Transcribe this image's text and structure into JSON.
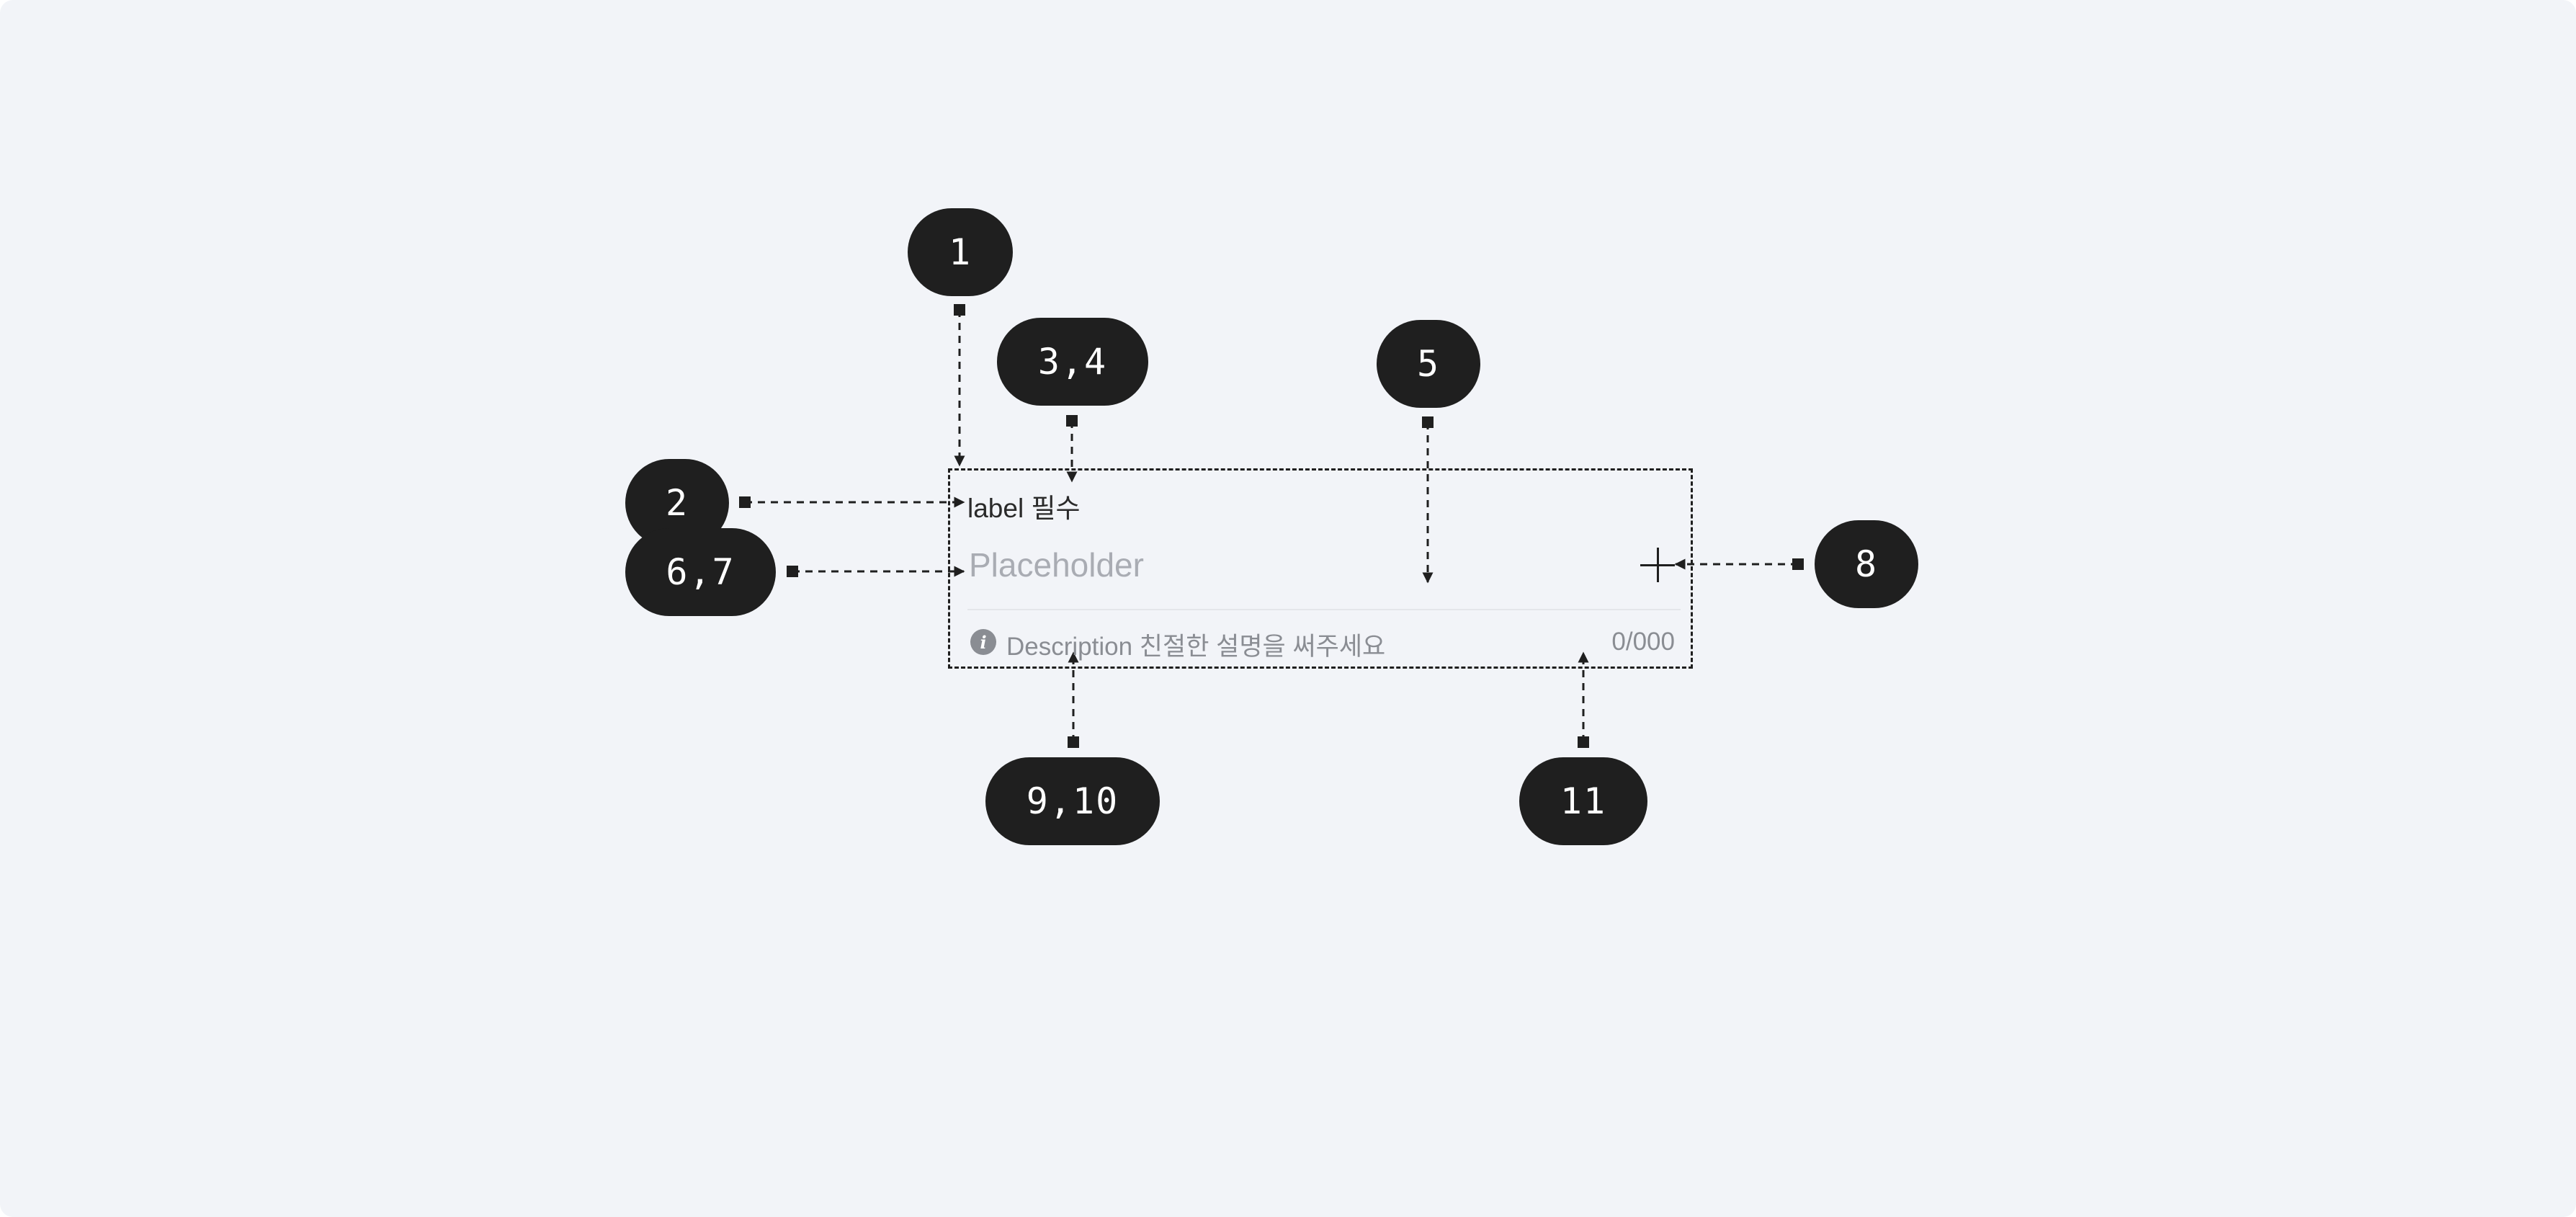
{
  "callouts": [
    {
      "id": "callout-1",
      "label": "1"
    },
    {
      "id": "callout-2",
      "label": "2"
    },
    {
      "id": "callout-3-4",
      "label": "3,4"
    },
    {
      "id": "callout-5",
      "label": "5"
    },
    {
      "id": "callout-6-7",
      "label": "6,7"
    },
    {
      "id": "callout-8",
      "label": "8"
    },
    {
      "id": "callout-9-10",
      "label": "9,10"
    },
    {
      "id": "callout-11",
      "label": "11"
    }
  ],
  "field": {
    "label": "label",
    "required_text": "필수",
    "placeholder": "Placeholder",
    "trailing_icon": "plus-icon",
    "info_icon": "info-icon",
    "info_icon_glyph": "i",
    "description": "Description 친절한 설명을 써주세요",
    "counter": "0/000"
  },
  "colors": {
    "background": "#f2f4f8",
    "badge": "#1f1f1f",
    "badge_text": "#ffffff",
    "label_text": "#2a2a2a",
    "placeholder_text": "#a9acb3",
    "helper_text": "#8a8d93",
    "divider": "#e4e6ea"
  }
}
